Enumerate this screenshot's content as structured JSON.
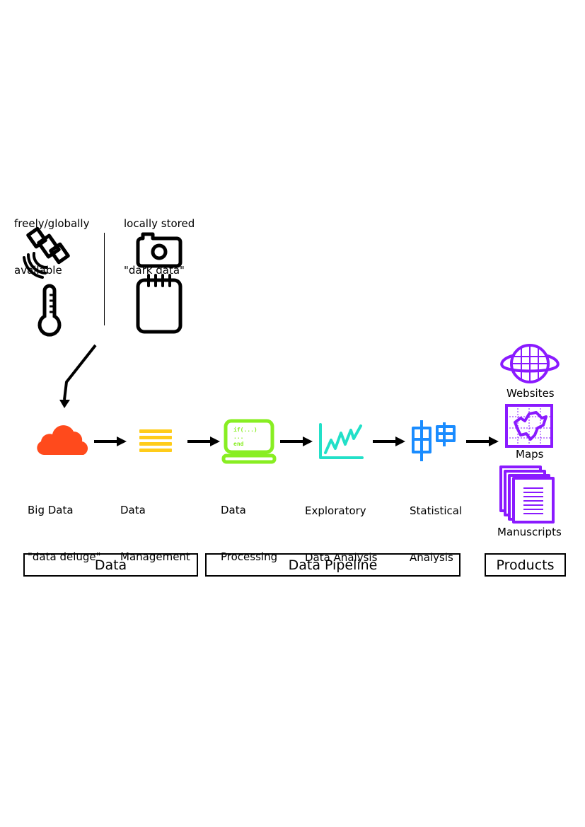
{
  "sources": {
    "free_label_1": "freely/globally",
    "free_label_2": "available",
    "local_label_1": "locally stored",
    "local_label_2": "\"dark data\""
  },
  "pipeline": [
    {
      "id": "big-data",
      "line1": "Big Data",
      "line2": "\"data deluge\"",
      "icon": "cloud-icon",
      "color": "#ff4a1c"
    },
    {
      "id": "data-management",
      "line1": "Data",
      "line2": "Management",
      "icon": "data-stack-icon",
      "color": "#ffcc1a"
    },
    {
      "id": "data-processing",
      "line1": "Data",
      "line2": "Processing",
      "icon": "computer-code-icon",
      "color": "#88ee22"
    },
    {
      "id": "eda",
      "line1": "Exploratory",
      "line2": "Data Analysis",
      "icon": "line-graph-icon",
      "color": "#22e0c8"
    },
    {
      "id": "statistical-analysis",
      "line1": "Statistical",
      "line2": "Analysis",
      "icon": "box-plot-icon",
      "color": "#1a8cff"
    }
  ],
  "code_text": {
    "line1": "if(...)",
    "line2": "...",
    "line3": "end"
  },
  "products": {
    "websites": "Websites",
    "maps": "Maps",
    "manuscripts": "Manuscripts",
    "color": "#8a1aff"
  },
  "categories": {
    "data": "Data",
    "pipeline": "Data Pipeline",
    "products": "Products"
  }
}
